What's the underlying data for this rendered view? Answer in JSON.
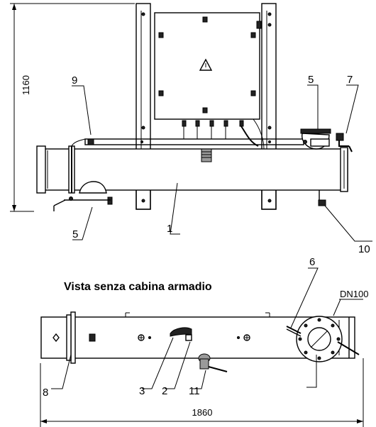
{
  "dimensions": {
    "height": "1160",
    "length": "1860",
    "flange": "DN100"
  },
  "caption": "Vista senza cabina armadio",
  "callouts": {
    "c1": "1",
    "c2": "2",
    "c3": "3",
    "c5a": "5",
    "c5b": "5",
    "c6": "6",
    "c7": "7",
    "c8": "8",
    "c9": "9",
    "c10": "10",
    "c11": "11"
  },
  "symbols": {
    "warning": "warning-triangle-icon"
  }
}
